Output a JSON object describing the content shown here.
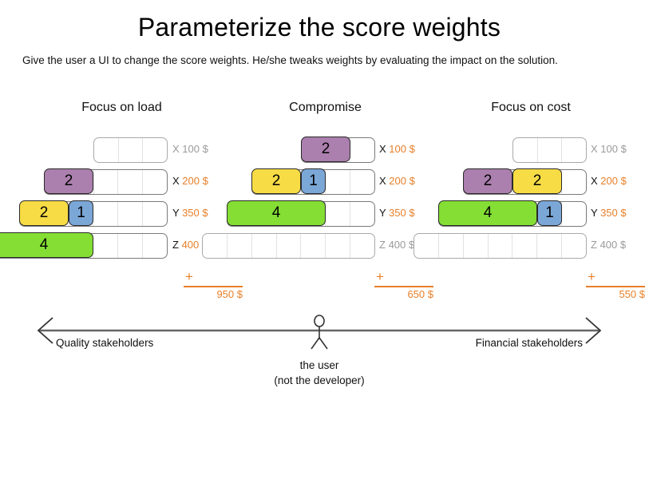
{
  "header": {
    "title": "Parameterize the score weights",
    "subtitle": "Give the user a UI to change the score weights. He/she tweaks weights by evaluating the impact on the solution."
  },
  "colors": {
    "purple": "#AB7FAE",
    "yellow": "#F7DC45",
    "blue": "#7BA7D7",
    "green": "#84DE34",
    "accent_orange": "#E8802A",
    "dim_gray": "#9a9a9a",
    "track_border": "#7a7a7a",
    "block_border": "#2b2b2b"
  },
  "scenarios": [
    {
      "title": "Focus on load",
      "total_plus": "+",
      "total_value": "950 $",
      "rows": [
        {
          "letter": "X",
          "cost": "100 $",
          "dim": true,
          "blocks": []
        },
        {
          "letter": "X",
          "cost": "200 $",
          "dim": false,
          "blocks": [
            {
              "value": "2",
              "color": "purple"
            }
          ]
        },
        {
          "letter": "Y",
          "cost": "350 $",
          "dim": false,
          "blocks": [
            {
              "value": "2",
              "color": "yellow"
            },
            {
              "value": "1",
              "color": "blue"
            }
          ]
        },
        {
          "letter": "Z",
          "cost": "400 $",
          "dim": false,
          "blocks": [
            {
              "value": "4",
              "color": "green"
            }
          ]
        }
      ]
    },
    {
      "title": "Compromise",
      "total_plus": "+",
      "total_value": "650 $",
      "rows": [
        {
          "letter": "X",
          "cost": "100 $",
          "dim": false,
          "blocks": [
            {
              "value": "2",
              "color": "purple"
            }
          ]
        },
        {
          "letter": "X",
          "cost": "200 $",
          "dim": false,
          "blocks": [
            {
              "value": "2",
              "color": "yellow"
            },
            {
              "value": "1",
              "color": "blue"
            }
          ]
        },
        {
          "letter": "Y",
          "cost": "350 $",
          "dim": false,
          "blocks": [
            {
              "value": "4",
              "color": "green"
            }
          ]
        },
        {
          "letter": "Z",
          "cost": "400 $",
          "dim": true,
          "blocks": []
        }
      ]
    },
    {
      "title": "Focus on cost",
      "total_plus": "+",
      "total_value": "550 $",
      "rows": [
        {
          "letter": "X",
          "cost": "100 $",
          "dim": true,
          "blocks": []
        },
        {
          "letter": "X",
          "cost": "200 $",
          "dim": false,
          "blocks": [
            {
              "value": "2",
              "color": "purple"
            },
            {
              "value": "2",
              "color": "yellow"
            }
          ]
        },
        {
          "letter": "Y",
          "cost": "350 $",
          "dim": false,
          "blocks": [
            {
              "value": "4",
              "color": "green"
            },
            {
              "value": "1",
              "color": "blue"
            }
          ]
        },
        {
          "letter": "Z",
          "cost": "400 $",
          "dim": true,
          "blocks": []
        }
      ]
    }
  ],
  "spectrum": {
    "left_label": "Quality stakeholders",
    "right_label": "Financial stakeholders",
    "user_line1": "the user",
    "user_line2": "(not the developer)"
  }
}
